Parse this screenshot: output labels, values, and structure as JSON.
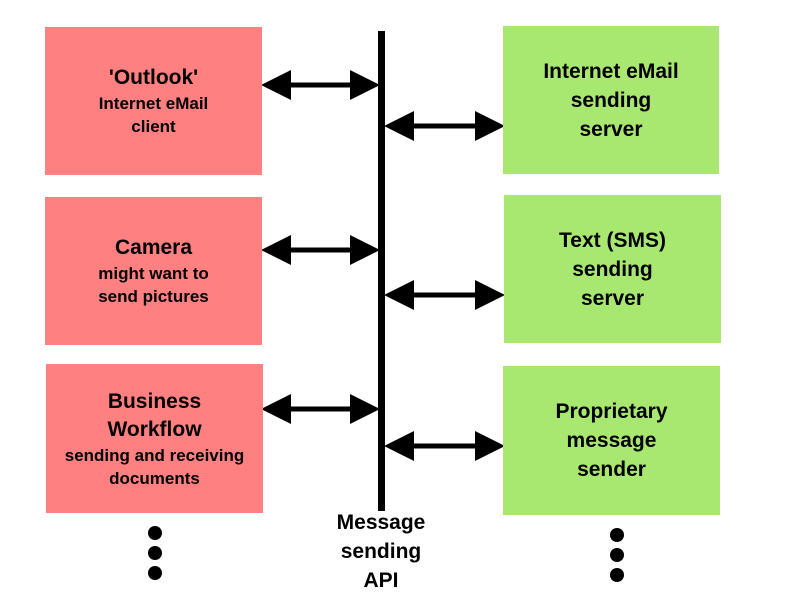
{
  "clients": [
    {
      "title": "'Outlook'",
      "subtitle": [
        "Internet eMail",
        "client"
      ]
    },
    {
      "title": "Camera",
      "subtitle": [
        "might want to",
        "send pictures"
      ]
    },
    {
      "title": "Business",
      "title2": "Workflow",
      "subtitle": [
        "sending and receiving",
        "documents"
      ]
    }
  ],
  "senders": [
    {
      "lines": [
        "Internet eMail",
        "sending",
        "server"
      ]
    },
    {
      "lines": [
        "Text (SMS)",
        "sending",
        "server"
      ]
    },
    {
      "lines": [
        "Proprietary",
        "message",
        "sender"
      ]
    }
  ],
  "api": {
    "lines": [
      "Message",
      "sending",
      "API"
    ]
  },
  "colors": {
    "client": "#ff8080",
    "sender": "#a8e870"
  }
}
